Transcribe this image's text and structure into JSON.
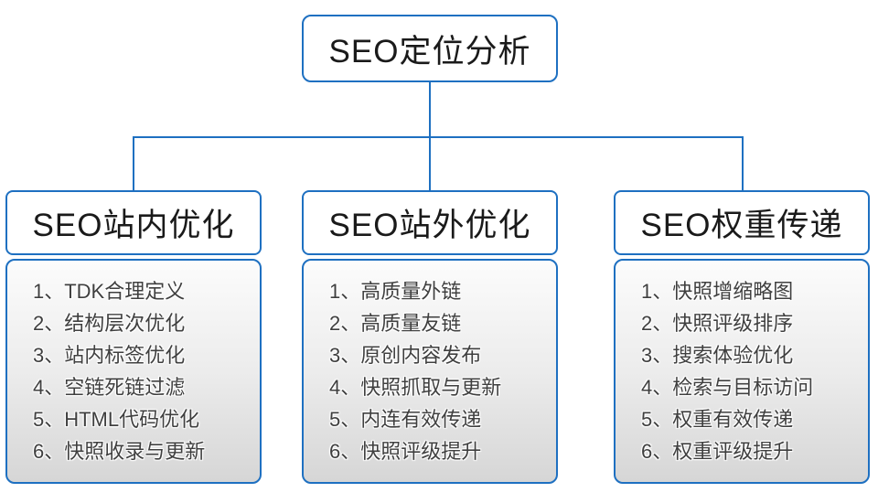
{
  "root": {
    "label": "SEO定位分析"
  },
  "columns": [
    {
      "title": "SEO站内优化",
      "items": [
        "1、TDK合理定义",
        "2、结构层次优化",
        "3、站内标签优化",
        "4、空链死链过滤",
        "5、HTML代码优化",
        "6、快照收录与更新"
      ]
    },
    {
      "title": "SEO站外优化",
      "items": [
        "1、高质量外链",
        "2、高质量友链",
        "3、原创内容发布",
        "4、快照抓取与更新",
        "5、内连有效传递",
        "6、快照评级提升"
      ]
    },
    {
      "title": "SEO权重传递",
      "items": [
        "1、快照增缩略图",
        "2、快照评级排序",
        "3、搜索体验优化",
        "4、检索与目标访问",
        "5、权重有效传递",
        "6、权重评级提升"
      ]
    }
  ],
  "colors": {
    "accent_blue": "#1E70C1",
    "panel_gradient_top": "#FCFCFC",
    "panel_gradient_bottom": "#D6D6D6",
    "title_text": "#1A1A1A",
    "item_text": "#3F3F3F"
  }
}
